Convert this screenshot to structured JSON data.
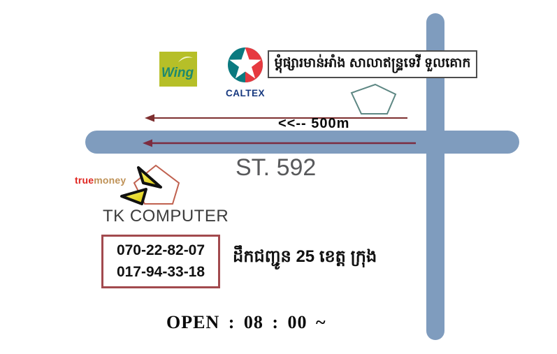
{
  "landmarks": {
    "box_text": "ម្តុំផ្សារមាន់អាំង សាលាឥន្ទ្រទេវី ទួលគោក"
  },
  "route": {
    "street_label": "ST. 592",
    "distance_label": "<<-- 500m"
  },
  "logos": {
    "wing": {
      "label": "Wing"
    },
    "caltex": {
      "label": "CALTEX"
    },
    "truemoney": {
      "part1": "true",
      "part2": "money"
    }
  },
  "business": {
    "name": "TK COMPUTER",
    "phone1": "070-22-82-07",
    "phone2": "017-94-33-18",
    "delivery_note": "ដឹកជញ្ជូន 25 ខេត្ត ក្រុង",
    "open_hours": "OPEN : 08 : 00 ~"
  },
  "colors": {
    "road": "#7f9cbe",
    "route_arrow": "#7e2f30",
    "road_arrow": "#7c2c40",
    "marker_pentagon_outline": "#5d8783",
    "tk_pentagon_outline": "#c0614f",
    "tk_arrow_yellow": "#f0e13a",
    "phone_box_border": "#a24a4e",
    "wing_background": "#b6bf28",
    "wing_text": "#1e8a6e",
    "caltex_teal": "#0b7a80",
    "caltex_red": "#e63a40",
    "caltex_wordmark": "#16387f",
    "truemoney_red": "#e02620",
    "truemoney_gold": "#bf9257",
    "street_text": "#58595b"
  }
}
